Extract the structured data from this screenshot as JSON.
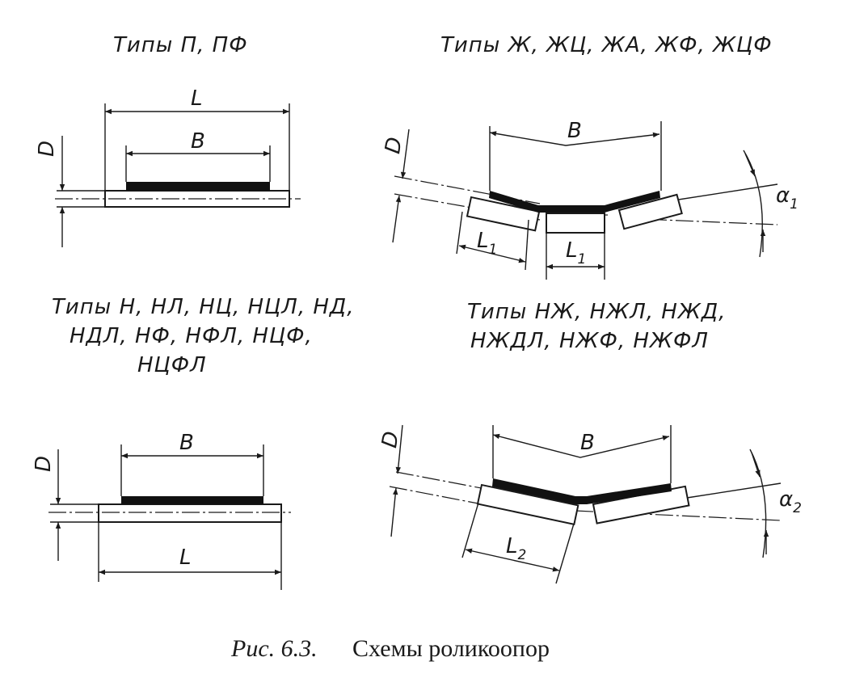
{
  "diagrams": {
    "p": {
      "heading": "Типы П, ПФ",
      "dims": {
        "L": "L",
        "B": "B",
        "D": "D"
      }
    },
    "zh": {
      "heading": "Типы Ж, ЖЦ, ЖА, ЖФ, ЖЦФ",
      "dims": {
        "B": "B",
        "D": "D",
        "L": "L",
        "L_sub": "1",
        "alpha": "α",
        "alpha_sub": "1"
      }
    },
    "n": {
      "heading_lines": [
        "Типы Н, НЛ, НЦ, НЦЛ, НД,",
        "НДЛ, НФ, НФЛ, НЦФ,",
        "НЦФЛ"
      ],
      "dims": {
        "B": "B",
        "D": "D",
        "L": "L"
      }
    },
    "nzh": {
      "heading_lines": [
        "Типы НЖ, НЖЛ, НЖД,",
        "НЖДЛ, НЖФ, НЖФЛ"
      ],
      "dims": {
        "B": "B",
        "D": "D",
        "L": "L",
        "L_sub": "2",
        "alpha": "α",
        "alpha_sub": "2"
      }
    }
  },
  "caption": {
    "label": "Рис. 6.3.",
    "text": "Схемы роликоопор"
  }
}
